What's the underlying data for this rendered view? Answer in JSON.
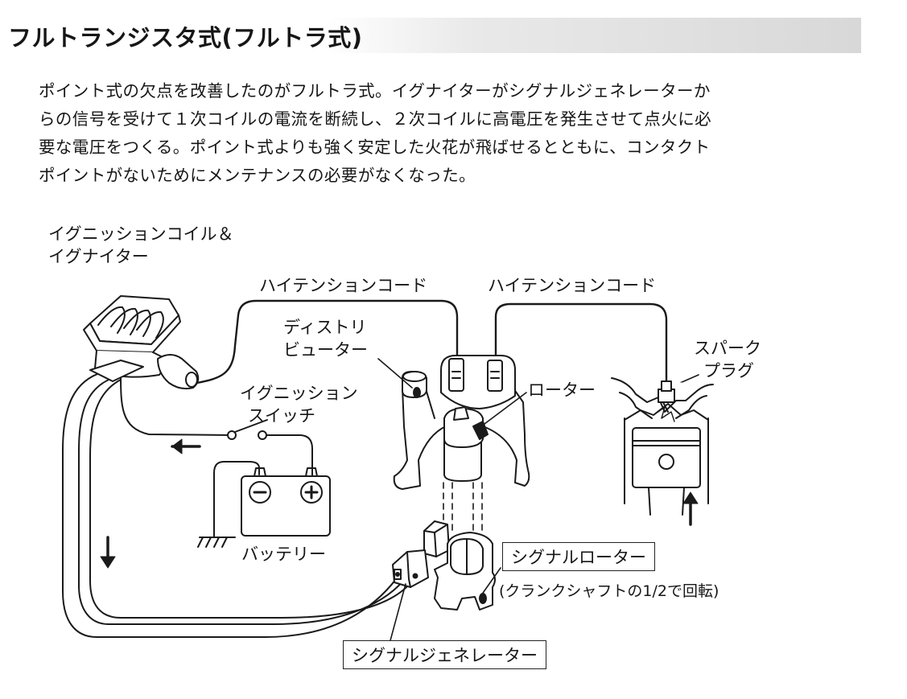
{
  "title": "フルトランジスタ式(フルトラ式)",
  "paragraph": [
    "ポイント式の欠点を改善したのがフルトラ式。イグナイターがシグナルジェネレーターか",
    "らの信号を受けて１次コイルの電流を断続し、２次コイルに高電圧を発生させて点火に必",
    "要な電圧をつくる。ポイント式よりも強く安定した火花が飛ばせるとともに、コンタクト",
    "ポイントがないためにメンテナンスの必要がなくなった。"
  ],
  "labels": {
    "coil_line1": "イグニッションコイル＆",
    "coil_line2": "イグナイター",
    "ht_cord_left": "ハイテンションコード",
    "ht_cord_right": "ハイテンションコード",
    "distributor_line1": "ディストリ",
    "distributor_line2": "ビューター",
    "rotor": "ローター",
    "spark_line1": "スパーク",
    "spark_line2": "プラグ",
    "ign_switch_line1": "イグニッション",
    "ign_switch_line2": "スイッチ",
    "battery": "バッテリー",
    "signal_rotor": "シグナルローター",
    "signal_rotor_note": "(クランクシャフトの1/2で回転)",
    "signal_generator": "シグナルジェネレーター"
  },
  "icons": {
    "battery_minus": "−",
    "battery_plus": "+"
  }
}
